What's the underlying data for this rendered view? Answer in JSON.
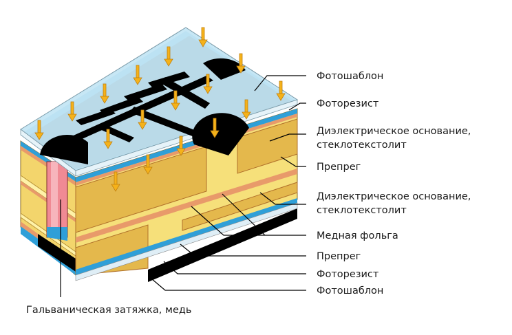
{
  "labels": {
    "photomask_top": "Фотошаблон",
    "photoresist_top": "Фоторезист",
    "dielectric_top_line1": "Диэлектрическое основание,",
    "dielectric_top_line2": "стеклотекстолит",
    "prepreg_top": "Препрег",
    "dielectric_mid_line1": "Диэлектрическое основание,",
    "dielectric_mid_line2": "стеклотекстолит",
    "copper_foil": "Медная фольга",
    "prepreg_bottom": "Препрег",
    "photoresist_bottom": "Фоторезист",
    "photomask_bottom": "Фотошаблон",
    "galvanic_plating": "Гальваническая затяжка, медь"
  },
  "colors": {
    "yellow": "#f6e07a",
    "yellow_dark": "#e4b84c",
    "copper": "#e89a6a",
    "resist": "#2f9fd8",
    "mask": "#bfe3f2",
    "black": "#000000",
    "arrow": "#f5b21a",
    "via": "#f08a94"
  },
  "arrow_icon": "down-arrow-icon"
}
